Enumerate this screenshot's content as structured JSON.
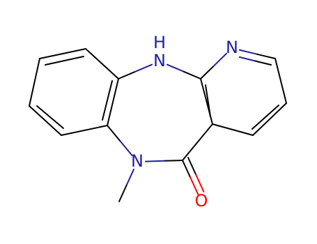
{
  "molecule": {
    "atom_labels": {
      "nh": "H",
      "n_bridge": "N",
      "n_pyridine": "N",
      "n_methyl": "N",
      "o_carbonyl": "O"
    },
    "colors": {
      "bond": "#000000",
      "nitrogen": "#2020a0",
      "oxygen": "#ff0000",
      "background": "#ffffff"
    }
  }
}
